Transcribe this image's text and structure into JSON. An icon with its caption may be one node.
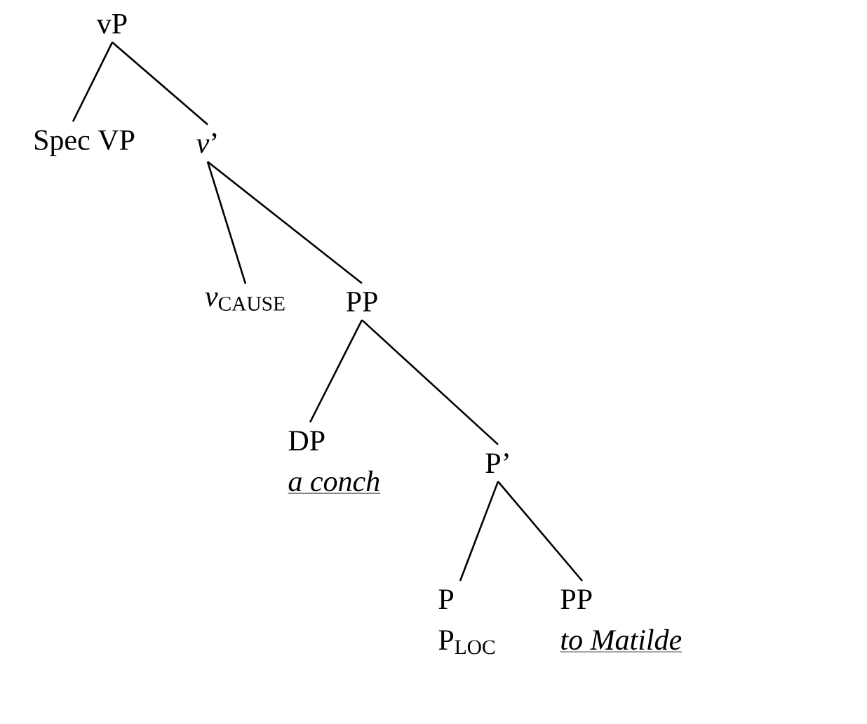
{
  "diagram": {
    "nodes": [
      {
        "text": [
          "vP"
        ]
      },
      {
        "text": [
          "Spec VP"
        ]
      },
      {
        "text": [
          "*v*’"
        ]
      },
      {
        "text": [
          "*v*$_{CAUSE}$"
        ]
      },
      {
        "text": [
          "PP"
        ]
      },
      {
        "text": [
          "DP",
          "a conch"
        ]
      },
      {
        "text": [
          "P’"
        ]
      },
      {
        "text": [
          "P",
          "P$_{LOC}$"
        ]
      },
      {
        "text": [
          "PP",
          "to Matilde"
        ]
      }
    ],
    "edges": [
      {
        "from": 0,
        "to": 1,
        "arrow": "none"
      },
      {
        "from": 0,
        "to": 2,
        "arrow": "none"
      },
      {
        "from": 2,
        "to": 3,
        "arrow": "none"
      },
      {
        "from": 2,
        "to": 4,
        "arrow": "none"
      },
      {
        "from": 4,
        "to": 5,
        "arrow": "none"
      },
      {
        "from": 4,
        "to": 6,
        "arrow": "none"
      },
      {
        "from": 6,
        "to": 7,
        "arrow": "none"
      },
      {
        "from": 6,
        "to": 8,
        "arrow": "none"
      }
    ]
  }
}
